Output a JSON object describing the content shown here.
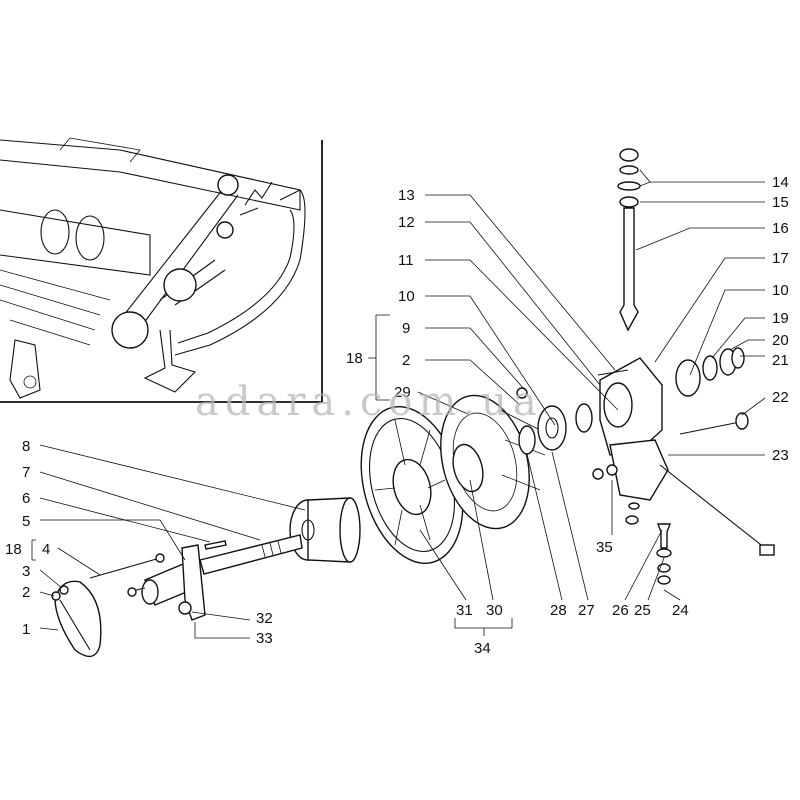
{
  "callouts": {
    "c1": "1",
    "c2a": "2",
    "c2b": "2",
    "c3": "3",
    "c4": "4",
    "c5": "5",
    "c6": "6",
    "c7": "7",
    "c8": "8",
    "c9": "9",
    "c10a": "10",
    "c10b": "10",
    "c11": "11",
    "c12": "12",
    "c13": "13",
    "c14": "14",
    "c15": "15",
    "c16": "16",
    "c17": "17",
    "c18a": "18",
    "c18b": "18",
    "c19": "19",
    "c20": "20",
    "c21": "21",
    "c22": "22",
    "c23": "23",
    "c24": "24",
    "c25": "25",
    "c26": "26",
    "c27": "27",
    "c28": "28",
    "c29": "29",
    "c30": "30",
    "c31": "31",
    "c32": "32",
    "c33": "33",
    "c34": "34",
    "c35": "35"
  },
  "watermark": "adara.com.ua",
  "colors": {
    "ink": "#111111",
    "paper": "#ffffff",
    "watermark": "#b8b8b8"
  }
}
